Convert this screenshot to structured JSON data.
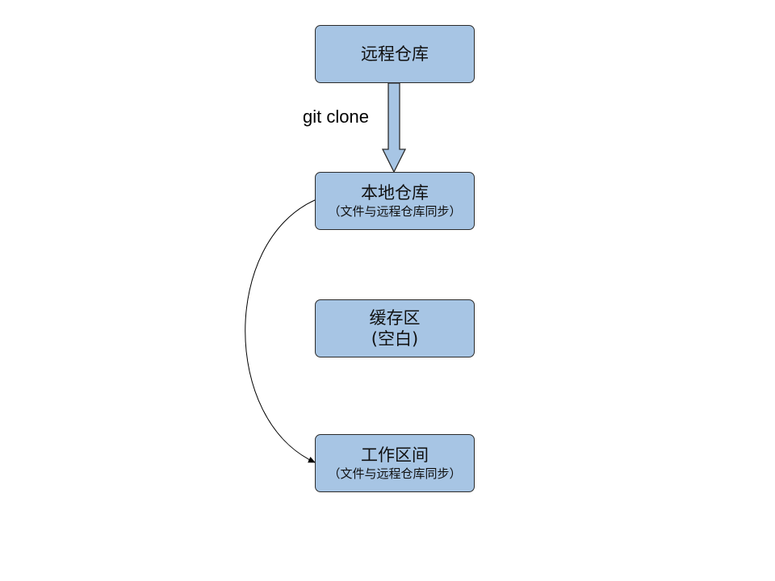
{
  "diagram": {
    "nodes": {
      "remote": {
        "title": "远程仓库"
      },
      "local": {
        "title": "本地仓库",
        "subtitle": "（文件与远程仓库同步）"
      },
      "cache": {
        "title": "缓存区",
        "subtitle": "(空白)"
      },
      "work": {
        "title": "工作区间",
        "subtitle": "（文件与远程仓库同步）"
      }
    },
    "edges": [
      {
        "from": "远程仓库",
        "to": "本地仓库",
        "label": "git clone",
        "style": "block-arrow"
      },
      {
        "from": "本地仓库",
        "to": "工作区间",
        "label": "",
        "style": "curved-double-arrow"
      }
    ]
  },
  "colors": {
    "node_fill": "#a7c5e4",
    "node_border": "#2b2b2b",
    "connector": "#000000"
  }
}
